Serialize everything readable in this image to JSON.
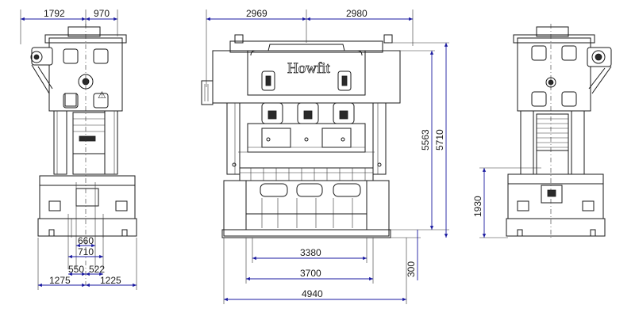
{
  "brand": "Howfit",
  "left_view": {
    "top_dims": [
      "1792",
      "970"
    ],
    "bottom_dims": [
      "660",
      "710",
      "550",
      "522",
      "1275",
      "1225"
    ]
  },
  "front_view": {
    "top_dims": [
      "2969",
      "2980"
    ],
    "bottom_dims": [
      "3380",
      "3700",
      "4940"
    ],
    "right_dims": [
      "5563",
      "5710",
      "300"
    ]
  },
  "right_view": {
    "side_dims": [
      "1930"
    ]
  },
  "colors": {
    "line": "#1a1a1a",
    "dimension_line": "#1a1aa0"
  }
}
